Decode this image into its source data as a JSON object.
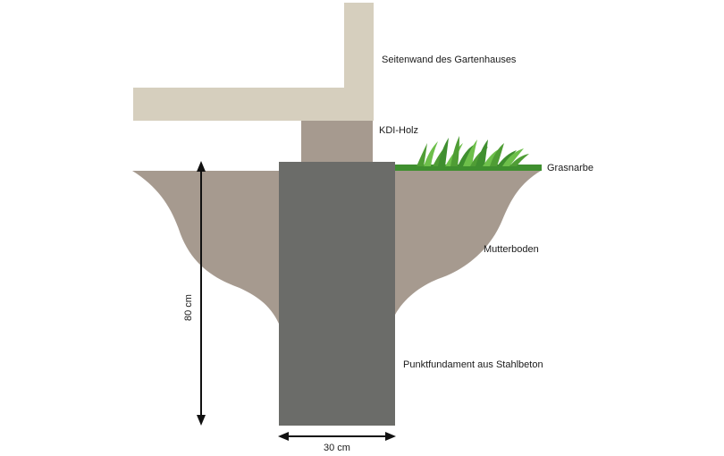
{
  "labels": {
    "wall": "Seitenwand des Gartenhauses",
    "timber": "KDI-Holz",
    "grass": "Grasnarbe",
    "topsoil": "Mutterboden",
    "foundation": "Punktfundament aus Stahlbeton",
    "depth": "80 cm",
    "width": "30 cm"
  },
  "colors": {
    "wall": "#d6cfbe",
    "timber": "#a69a8f",
    "soil": "#a69a8f",
    "concrete": "#6b6c69",
    "grass": "#3f8f2f",
    "grass_light": "#6dbf4a",
    "dimension": "#111111"
  }
}
